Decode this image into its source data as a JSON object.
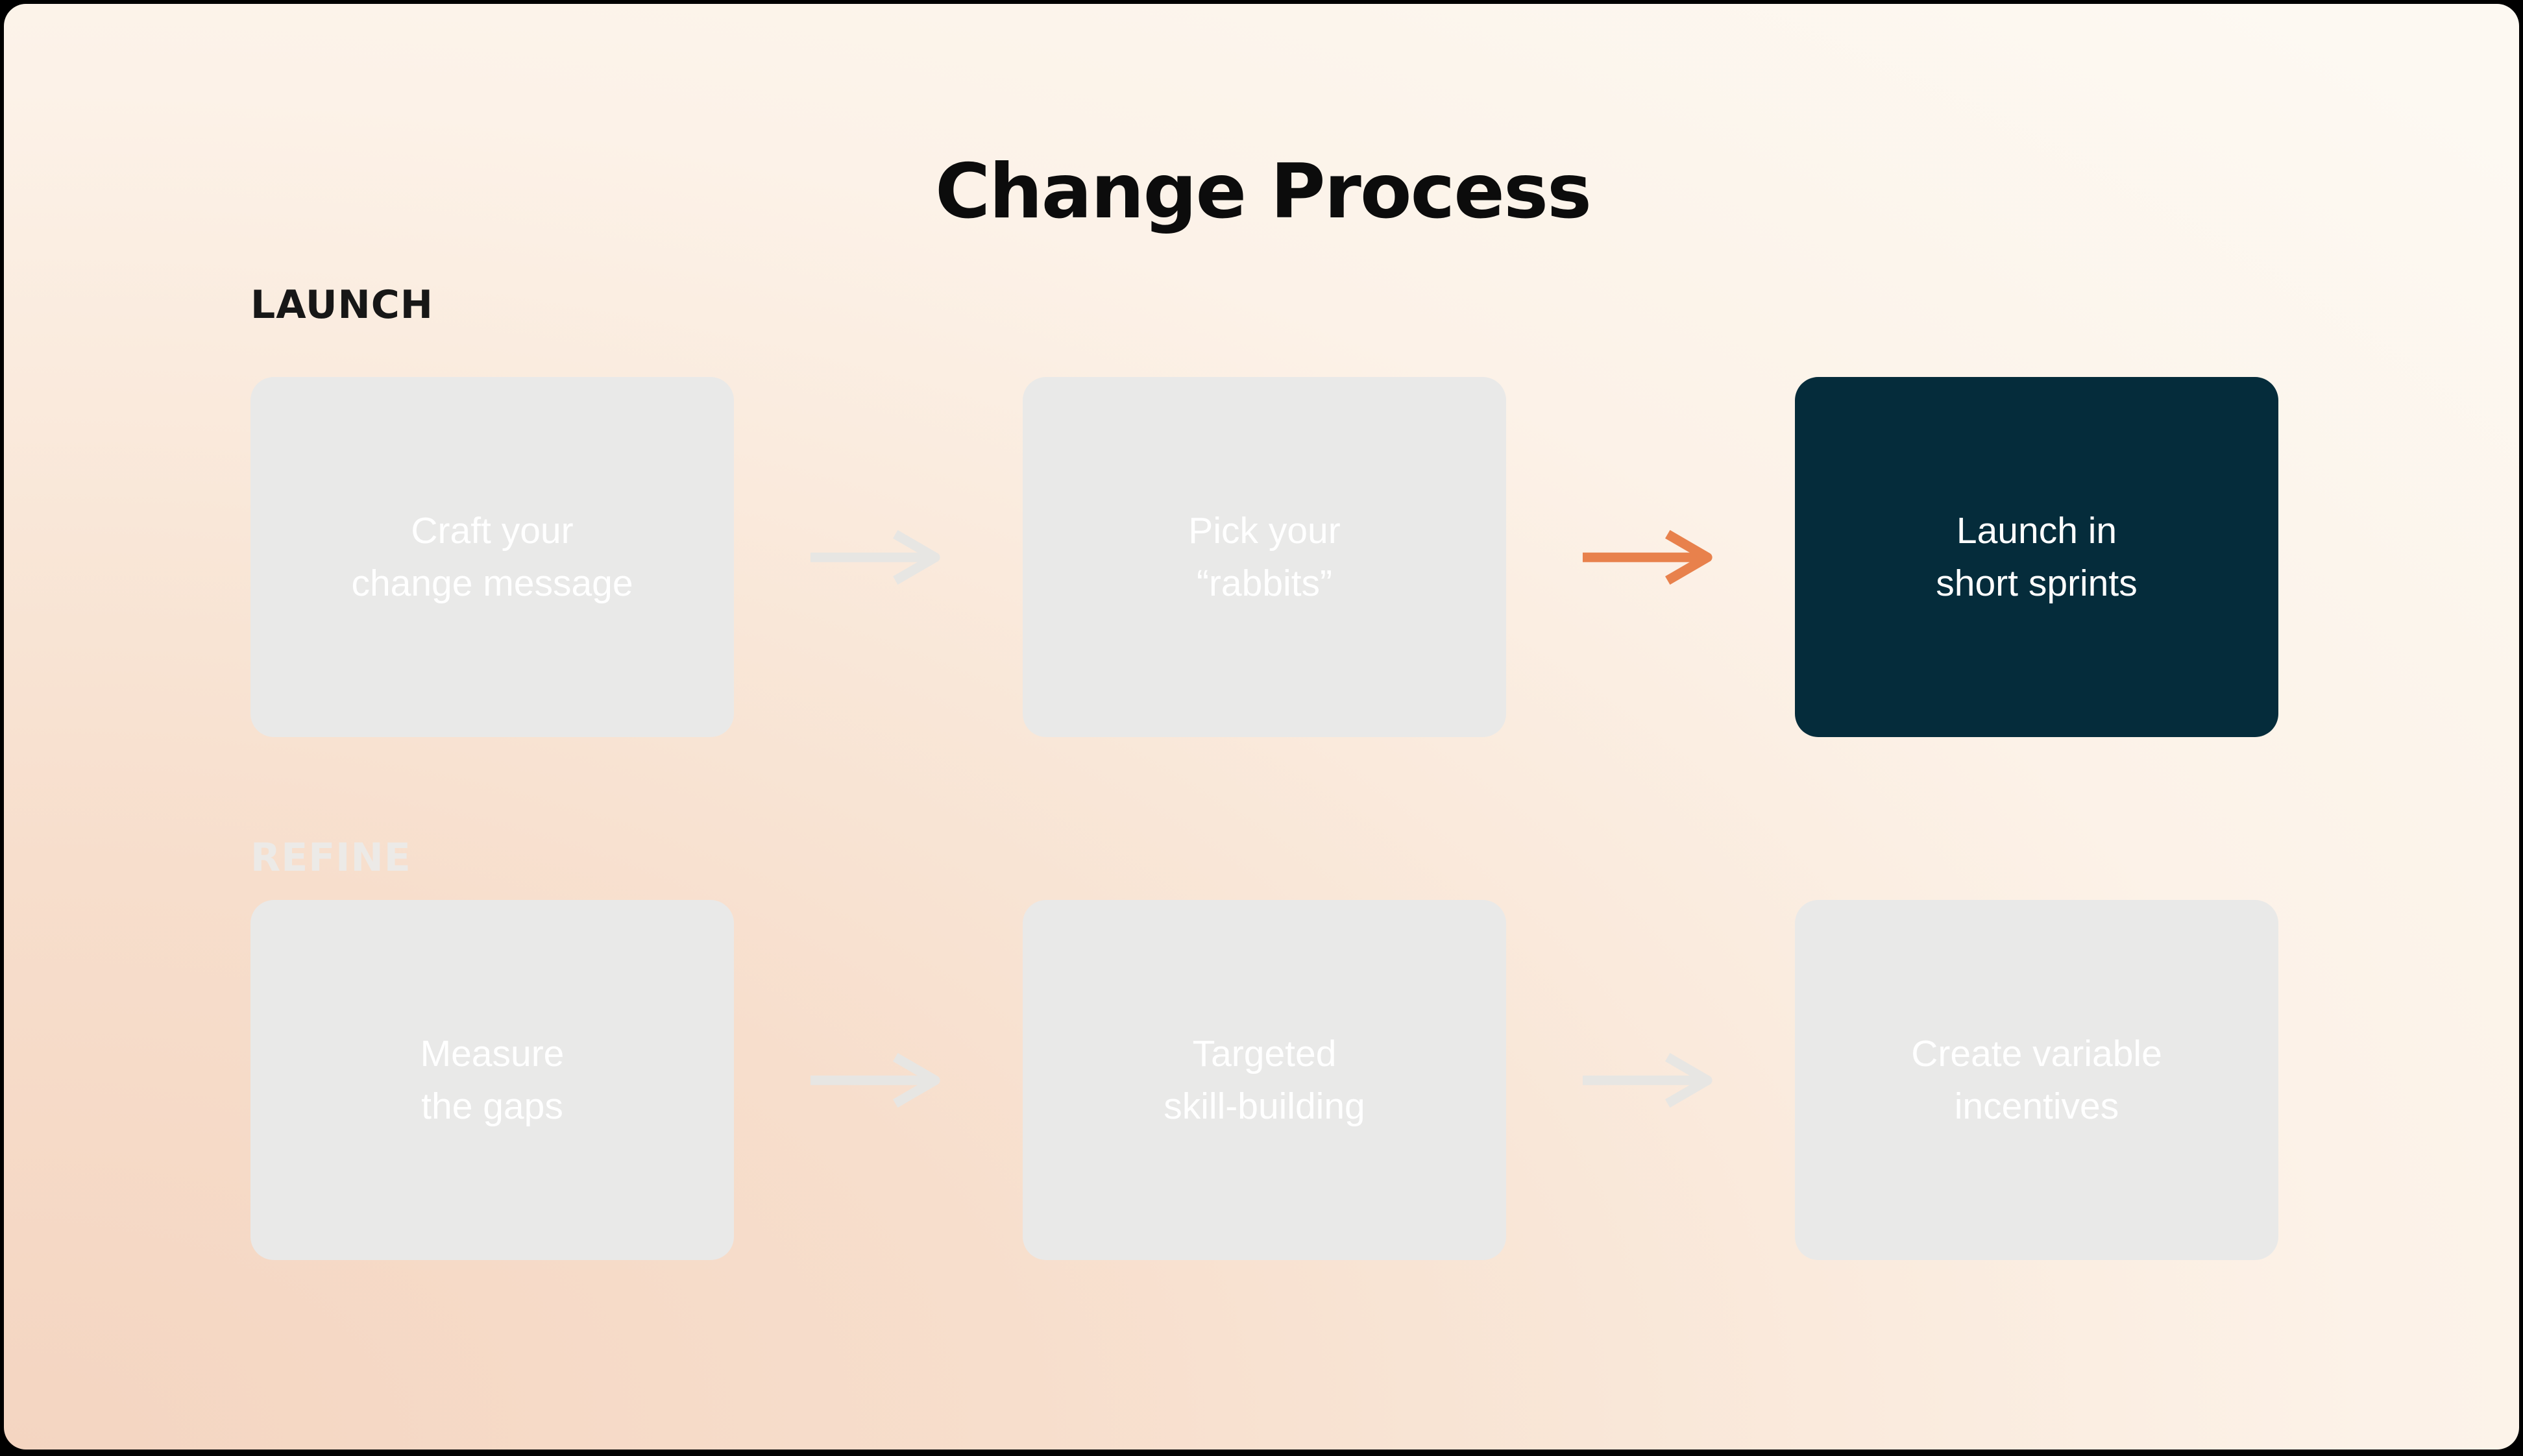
{
  "title": "Change Process",
  "colors": {
    "background_peach": "#f4d5c1",
    "background_cream": "#fdf9f2",
    "frame_black": "#000000",
    "box_gray": "#e9e9e8",
    "box_dark_teal": "#052c3b",
    "arrow_gray": "#e7e6e3",
    "arrow_orange": "#e8814c",
    "step_text": "#ffffff",
    "label_launch": "#171717",
    "label_refine": "#eceae7"
  },
  "sections": [
    {
      "label": "LAUNCH",
      "steps": [
        {
          "line1": "Craft your",
          "line2": "change message",
          "highlighted": false
        },
        {
          "line1": "Pick your",
          "line2": "“rabbits”",
          "highlighted": false
        },
        {
          "line1": "Launch in",
          "line2": "short sprints",
          "highlighted": true
        }
      ],
      "arrows": [
        {
          "style": "gray"
        },
        {
          "style": "orange"
        }
      ]
    },
    {
      "label": "REFINE",
      "steps": [
        {
          "line1": "Measure",
          "line2": "the gaps",
          "highlighted": false
        },
        {
          "line1": "Targeted",
          "line2": "skill-building",
          "highlighted": false
        },
        {
          "line1": "Create variable",
          "line2": "incentives",
          "highlighted": false
        }
      ],
      "arrows": [
        {
          "style": "gray"
        },
        {
          "style": "gray"
        }
      ]
    }
  ]
}
